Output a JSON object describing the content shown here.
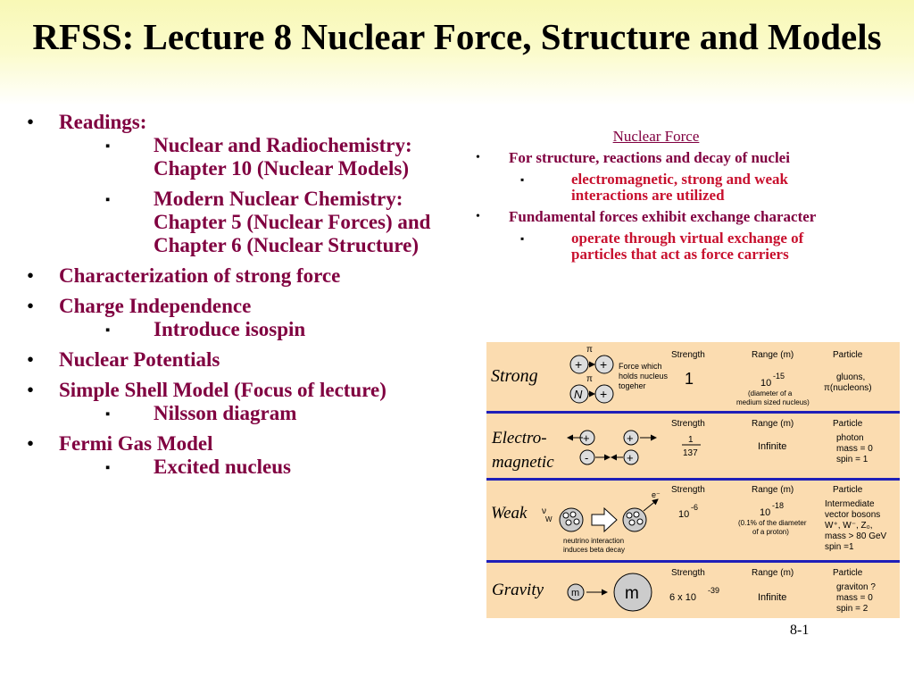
{
  "title": "RFSS:  Lecture 8 Nuclear Force, Structure and Models",
  "left_list": [
    {
      "text": "Readings:",
      "sub": [
        "Nuclear and Radiochemistry: Chapter 10 (Nuclear Models)",
        "Modern Nuclear Chemistry: Chapter 5 (Nuclear Forces) and Chapter 6 (Nuclear Structure)"
      ]
    },
    {
      "text": "Characterization of strong force",
      "sub": []
    },
    {
      "text": "Charge Independence",
      "sub": [
        "Introduce isospin"
      ]
    },
    {
      "text": "Nuclear Potentials",
      "sub": []
    },
    {
      "text": "Simple Shell Model (Focus of lecture)",
      "sub": [
        "Nilsson diagram"
      ]
    },
    {
      "text": "Fermi Gas Model",
      "sub": [
        "Excited nucleus"
      ]
    }
  ],
  "right": {
    "heading": "Nuclear Force",
    "items": [
      {
        "text": "For structure, reactions and decay of nuclei",
        "sub": [
          "electromagnetic, strong and weak interactions are utilized"
        ]
      },
      {
        "text": "Fundamental forces exhibit exchange character",
        "sub": [
          "operate through virtual exchange of particles that act as force carriers"
        ]
      }
    ]
  },
  "figure": {
    "col_headers": {
      "strength": "Strength",
      "range": "Range (m)",
      "particle": "Particle"
    },
    "rows": [
      {
        "name": "Strong",
        "strength": "1",
        "range_base": "10",
        "range_exp": "-15",
        "range_note1": "(diameter of a",
        "range_note2": "medium sized nucleus)",
        "particle_lines": [
          "gluons,",
          "π(nucleons)"
        ],
        "caption_lines": [
          "Force which",
          "holds nucleus",
          "togeher"
        ],
        "labels": {
          "pi1": "π",
          "pi2": "π",
          "n": "N",
          "plus": "+"
        }
      },
      {
        "name_line1": "Electro-",
        "name_line2": "magnetic",
        "strength_num": "1",
        "strength_den": "137",
        "range": "Infinite",
        "particle_lines": [
          "photon",
          "mass = 0",
          "spin = 1"
        ],
        "labels": {
          "plus": "+",
          "minus": "-"
        }
      },
      {
        "name": "Weak",
        "strength_base": "10",
        "strength_exp": "-6",
        "range_base": "10",
        "range_exp": "-18",
        "range_note1": "(0.1% of the diameter",
        "range_note2": "of a proton)",
        "particle_lines": [
          "Intermediate",
          "vector bosons",
          "W⁺, W⁻, Z₀,",
          "mass > 80 GeV",
          "spin =1"
        ],
        "caption_lines": [
          "neutrino interaction",
          "induces beta decay"
        ],
        "labels": {
          "nu": "ν",
          "w": "W",
          "e": "e⁻"
        }
      },
      {
        "name": "Gravity",
        "strength_prefix": "6  x  10",
        "strength_exp": "-39",
        "range": "Infinite",
        "particle_lines": [
          "graviton ?",
          "mass = 0",
          "spin = 2"
        ],
        "labels": {
          "small_m": "m",
          "big_m": "m"
        }
      }
    ]
  },
  "page_number": "8-1",
  "colors": {
    "accent": "#800040",
    "sub_accent": "#c8102e",
    "divider": "#1f1fb8",
    "figure_bg": "#fbdcb0"
  }
}
